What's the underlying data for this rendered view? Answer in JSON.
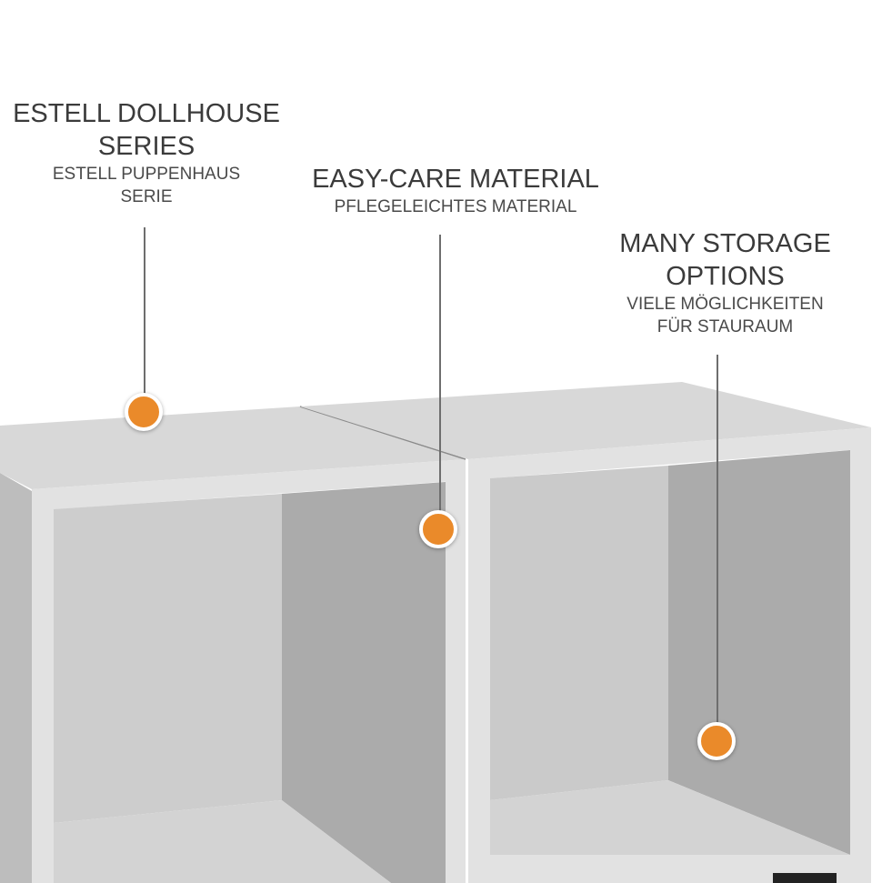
{
  "callouts": [
    {
      "title": "ESTELL DOLLHOUSE SERIES",
      "subtitle": "ESTELL PUPPENHAUS SERIE"
    },
    {
      "title": "EASY-CARE MATERIAL",
      "subtitle": "PFLEGELEICHTES MATERIAL"
    },
    {
      "title": "MANY STORAGE OPTIONS",
      "subtitle": "VIELE MÖGLICHKEITEN FÜR STAURAUM"
    }
  ],
  "colors": {
    "accent": "#ea8a2a",
    "shelf": "#d6d6d6"
  }
}
